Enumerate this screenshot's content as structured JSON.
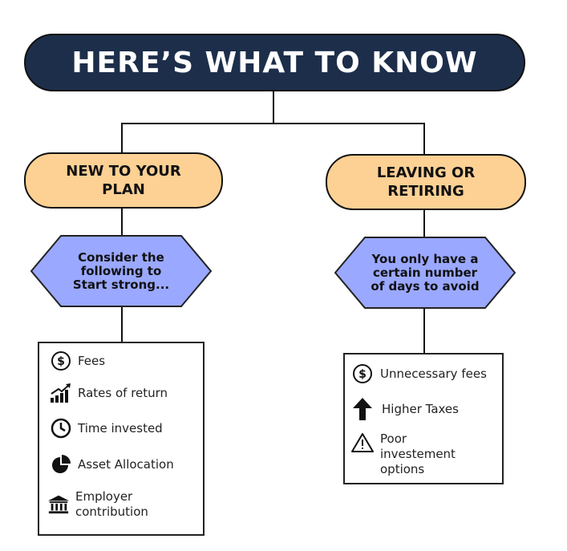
{
  "title": "HERE’S WHAT TO KNOW",
  "left": {
    "category": "NEW TO YOUR\nPLAN",
    "hexagon": "Consider the\nfollowing to\nStart strong...",
    "items": [
      {
        "icon": "dollar-circle-icon",
        "label": "Fees"
      },
      {
        "icon": "growth-chart-icon",
        "label": "Rates of return"
      },
      {
        "icon": "clock-icon",
        "label": "Time invested"
      },
      {
        "icon": "pie-chart-icon",
        "label": "Asset Allocation"
      },
      {
        "icon": "bank-building-icon",
        "label": "Employer\ncontribution"
      }
    ]
  },
  "right": {
    "category": "LEAVING OR\nRETIRING",
    "hexagon": "You only have a\ncertain number\nof days to avoid",
    "items": [
      {
        "icon": "dollar-circle-icon",
        "label": "Unnecessary fees"
      },
      {
        "icon": "arrow-up-icon",
        "label": "Higher Taxes"
      },
      {
        "icon": "warning-icon",
        "label": "Poor\ninvestement\noptions"
      }
    ]
  },
  "colors": {
    "title_bg": "#1c2e4a",
    "category_bg": "#fdd194",
    "hexagon_bg": "#9aa8ff"
  }
}
